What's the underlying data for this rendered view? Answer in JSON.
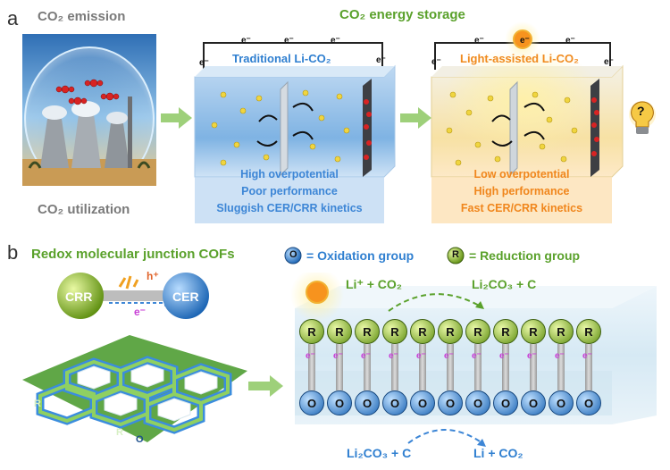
{
  "panel_a": {
    "letter": "a",
    "emission_title": "CO₂ emission",
    "utilization_title": "CO₂ utilization",
    "storage_title": "CO₂ energy storage",
    "electron": "e⁻",
    "cell1": {
      "title": "Traditional Li-CO₂",
      "lines": [
        "High overpotential",
        "Poor performance",
        "Sluggish CER/CRR kinetics"
      ]
    },
    "cell2": {
      "title": "Light-assisted Li-CO₂",
      "lines": [
        "Low overpotential",
        "High performance",
        "Fast CER/CRR kinetics"
      ],
      "question": "?"
    }
  },
  "panel_b": {
    "letter": "b",
    "title": "Redox molecular junction COFs",
    "crr": "CRR",
    "cer": "CER",
    "hole": "h⁺",
    "electron": "e⁻",
    "hex_r": "R",
    "hex_o": "O",
    "legend_o_symbol": "O",
    "legend_o_text": "= Oxidation group",
    "legend_r_symbol": "R",
    "legend_r_text": "= Reduction group",
    "top_left_reaction": "Li⁺ + CO₂",
    "top_right_reaction": "Li₂CO₃ + C",
    "bottom_left_reaction": "Li₂CO₃ + C",
    "bottom_right_reaction": "Li + CO₂",
    "r_label": "R",
    "o_label": "O",
    "e_label": "e⁻"
  },
  "colors": {
    "green": "#5aa12b",
    "blue": "#2f7fd0",
    "orange": "#f08a1e",
    "gray": "#7a7a7a"
  }
}
